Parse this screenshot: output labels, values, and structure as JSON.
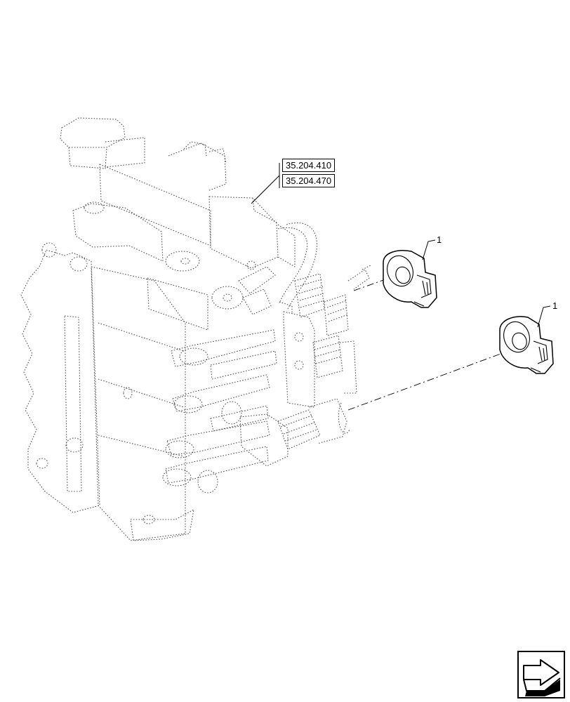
{
  "references": [
    "35.204.410",
    "35.204.470"
  ],
  "callouts": [
    "1",
    "1"
  ],
  "nav_icon": "next-page-arrow-icon"
}
